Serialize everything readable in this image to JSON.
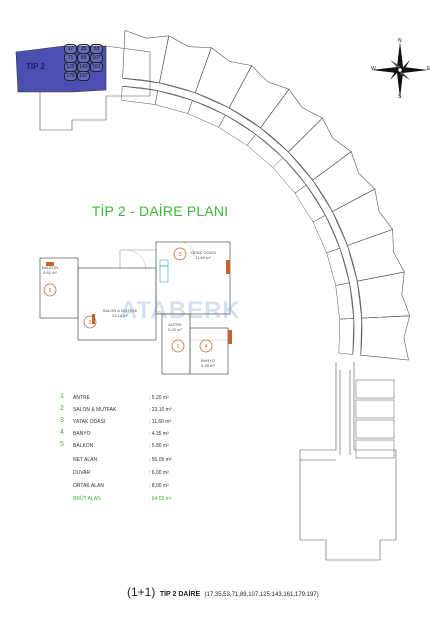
{
  "title": "TİP 2 - DAİRE PLANI",
  "tip_tag": "TİP 2",
  "tip_units": [
    "17",
    "35",
    "53",
    "71",
    "89",
    "107",
    "125",
    "143",
    "161",
    "179",
    "197"
  ],
  "compass": {
    "n": "N",
    "s": "S",
    "e": "E",
    "w": "W"
  },
  "rooms": {
    "balkon": {
      "name": "BALKON",
      "area": "5.80 m²",
      "num": "5"
    },
    "salon": {
      "name": "SALON & MUTFAK",
      "area": "23.10 m²",
      "num": "2"
    },
    "yatak": {
      "name": "YATAK ODASI",
      "area": "11.60 m²",
      "num": "3"
    },
    "antre": {
      "name": "ANTRE",
      "area": "5.20 m²",
      "num": "1"
    },
    "banyo": {
      "name": "BANYO",
      "area": "4.35 m²",
      "num": "4"
    }
  },
  "watermark": "ATABERK",
  "legend": [
    {
      "num": "1",
      "name": "ANTRE",
      "value": ": 5.20 m²"
    },
    {
      "num": "2",
      "name": "SALON & MUTFAK",
      "value": ": 23.10 m²"
    },
    {
      "num": "3",
      "name": "YATAK ODASI",
      "value": ": 11.60 m²"
    },
    {
      "num": "4",
      "name": "BANYO",
      "value": ": 4.35 m²"
    },
    {
      "num": "5",
      "name": "BALKON",
      "value": ": 5.80 m²"
    },
    {
      "num": "",
      "name": "NET ALAN",
      "value": ": 50.05 m²"
    },
    {
      "num": "",
      "name": "DUVAR",
      "value": ": 6.00 m²"
    },
    {
      "num": "",
      "name": "ORTAK ALAN",
      "value": ": 8.00 m²"
    },
    {
      "num": "",
      "name": "BRÜT ALAN",
      "value": ": 64.05 m²"
    }
  ],
  "caption": {
    "type_number": "(1+1)",
    "type_label": "TİP 2 DAİRE",
    "units": "(17,35,53,71,89,107,125,143,161,179,197)"
  },
  "colors": {
    "accent_green": "#3cb832",
    "tip_fill": "#4a4fb0",
    "wall_orange": "#c8622c",
    "line": "#555555"
  }
}
